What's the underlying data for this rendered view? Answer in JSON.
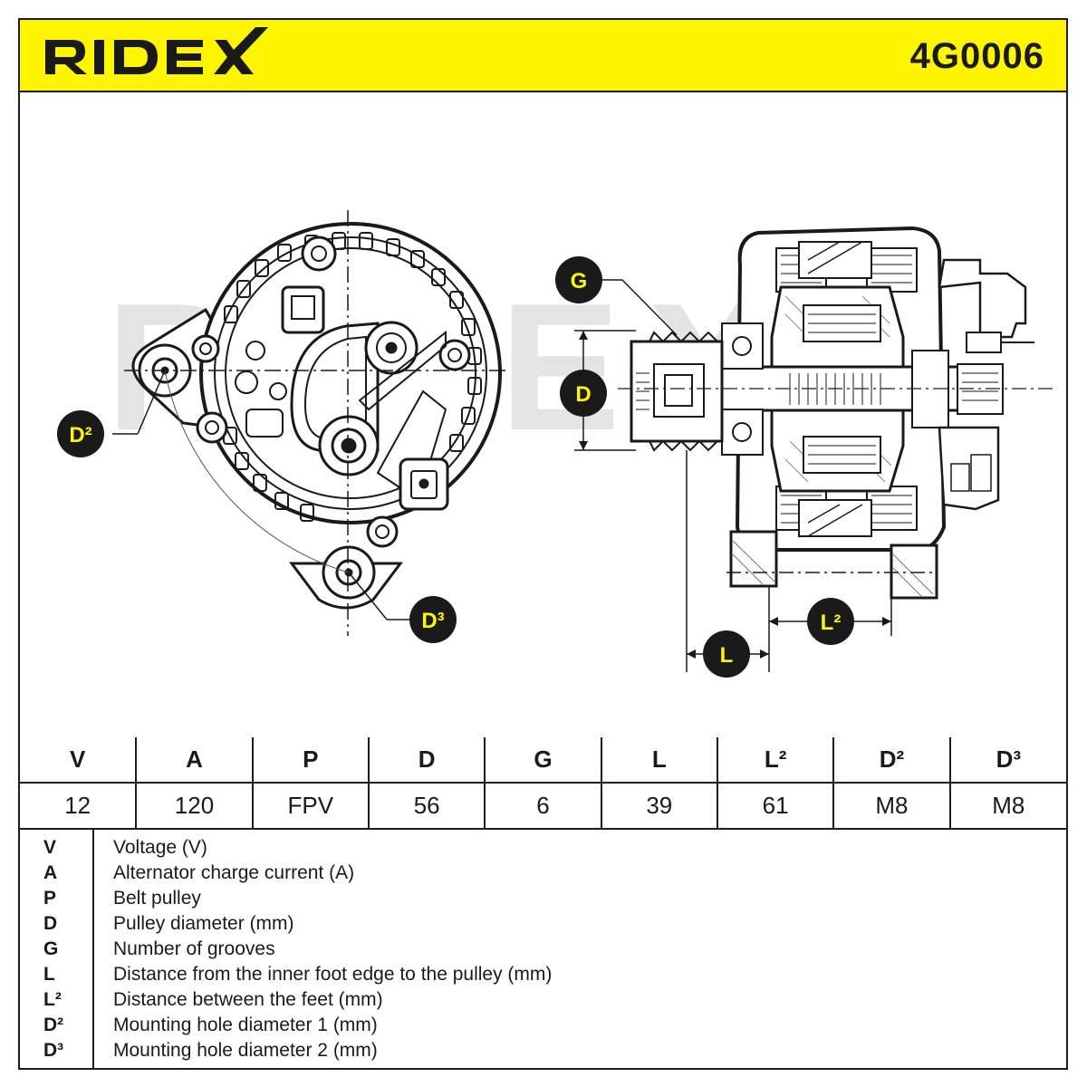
{
  "brand": {
    "logo_text": "RIDEX",
    "accent_color": "#fff500",
    "ink_color": "#1e1e1e"
  },
  "part_number": "4G0006",
  "watermark_text": "RIDEX",
  "callouts": {
    "G": "G",
    "D": "D",
    "D2": "D²",
    "D3": "D³",
    "L": "L",
    "L2": "L²"
  },
  "spec_table": {
    "headers": [
      "V",
      "A",
      "P",
      "D",
      "G",
      "L",
      "L²",
      "D²",
      "D³"
    ],
    "values": [
      "12",
      "120",
      "FPV",
      "56",
      "6",
      "39",
      "61",
      "M8",
      "M8"
    ]
  },
  "legend": [
    {
      "key": "V",
      "desc": "Voltage (V)"
    },
    {
      "key": "A",
      "desc": "Alternator charge current (A)"
    },
    {
      "key": "P",
      "desc": "Belt pulley"
    },
    {
      "key": "D",
      "desc": "Pulley diameter (mm)"
    },
    {
      "key": "G",
      "desc": "Number of grooves"
    },
    {
      "key": "L",
      "desc": "Distance from the inner foot edge to the pulley (mm)"
    },
    {
      "key": "L²",
      "desc": "Distance between the feet (mm)"
    },
    {
      "key": "D²",
      "desc": "Mounting hole diameter 1 (mm)"
    },
    {
      "key": "D³",
      "desc": "Mounting hole diameter 2 (mm)"
    }
  ]
}
